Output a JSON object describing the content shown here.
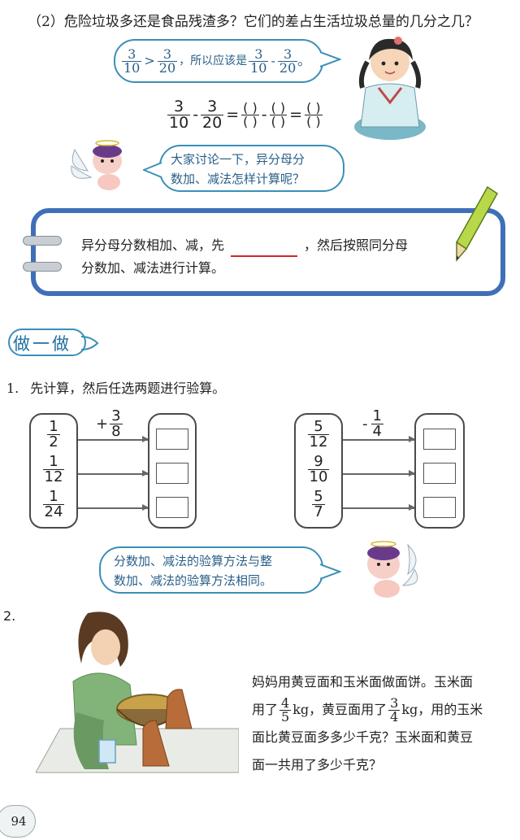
{
  "question_2": {
    "number": "（2）",
    "text": "危险垃圾多还是食品残渣多？它们的差占生活垃圾总量的几分之几？"
  },
  "girl_bubble": {
    "frac_a": {
      "num": "3",
      "den": "10"
    },
    "gt": ">",
    "frac_b": {
      "num": "3",
      "den": "20"
    },
    "text_mid": "，所以应该是",
    "frac_c": {
      "num": "3",
      "den": "10"
    },
    "minus": "-",
    "frac_d": {
      "num": "3",
      "den": "20"
    },
    "end": "。"
  },
  "equation": {
    "frac_a": {
      "num": "3",
      "den": "10"
    },
    "minus1": "-",
    "frac_b": {
      "num": "3",
      "den": "20"
    },
    "eq1": "=",
    "paren_a": {
      "num": "( )",
      "den": "( )"
    },
    "minus2": "-",
    "paren_b": {
      "num": "( )",
      "den": "( )"
    },
    "eq2": "=",
    "paren_c": {
      "num": "( )",
      "den": "( )"
    }
  },
  "angel_bubble_1": {
    "line1": "大家讨论一下，异分母分",
    "line2": "数加、减法怎样计算呢？"
  },
  "rule_box": {
    "line1_before": "异分母分数相加、减，先",
    "line1_after": "，然后按照同分母",
    "line2": "分数加、减法进行计算。"
  },
  "section_title": "做一做",
  "exercise_1": {
    "number": "1.",
    "text": "先计算，然后任选两题进行验算。",
    "left": {
      "op_sign": "+",
      "op_frac": {
        "num": "3",
        "den": "8"
      },
      "fracs": [
        {
          "num": "1",
          "den": "2"
        },
        {
          "num": "1",
          "den": "12"
        },
        {
          "num": "1",
          "den": "24"
        }
      ]
    },
    "right": {
      "op_sign": "-",
      "op_frac": {
        "num": "1",
        "den": "4"
      },
      "fracs": [
        {
          "num": "5",
          "den": "12"
        },
        {
          "num": "9",
          "den": "10"
        },
        {
          "num": "5",
          "den": "7"
        }
      ]
    }
  },
  "angel_bubble_2": {
    "line1": "分数加、减法的验算方法与整",
    "line2": "数加、减法的验算方法相同。"
  },
  "exercise_2": {
    "number": "2.",
    "p1": "妈妈用黄豆面和玉米面做面饼。玉米面",
    "p2_a": "用了",
    "frac_a": {
      "num": "4",
      "den": "5"
    },
    "p2_b": "kg，黄豆面用了",
    "frac_b": {
      "num": "3",
      "den": "4"
    },
    "p2_c": "kg，用的玉米",
    "p3": "面比黄豆面多多少千克？玉米面和黄豆",
    "p4": "面一共用了多少千克？"
  },
  "page_number": "94",
  "colors": {
    "bubble_border": "#3a8fb8",
    "rule_box": "#3f6fb8",
    "blank_line": "#d8232a",
    "pencil": "#b8d84a"
  }
}
